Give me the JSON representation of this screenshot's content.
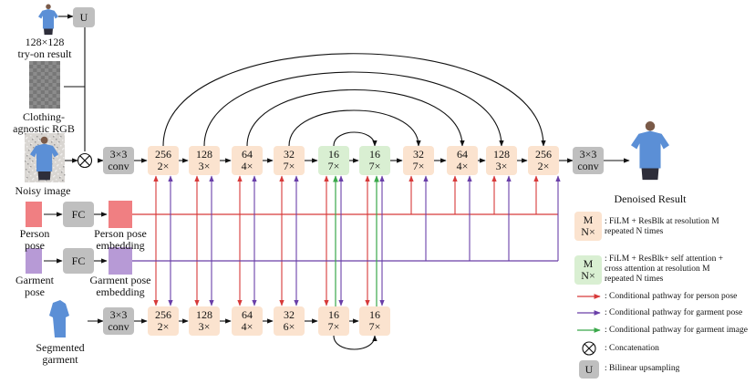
{
  "labels": {
    "tryon_result": "128×128\ntry-on result",
    "clothing_agnostic": "Clothing-\nagnostic RGB",
    "noisy_image": "Noisy image",
    "person_pose": "Person\npose",
    "garment_pose": "Garment\npose",
    "person_pose_embedding": "Person pose\nembedding",
    "garment_pose_embedding": "Garment pose\nembedding",
    "segmented_garment": "Segmented\ngarment",
    "denoised_result": "Denoised Result",
    "upsample_u": "U",
    "fc1": "FC",
    "fc2": "FC"
  },
  "main_unet": {
    "conv_in": "3×3\nconv",
    "conv_out": "3×3\nconv",
    "blocks": [
      {
        "res": "256",
        "rep": "2×",
        "kind": "peach"
      },
      {
        "res": "128",
        "rep": "3×",
        "kind": "peach"
      },
      {
        "res": "64",
        "rep": "4×",
        "kind": "peach"
      },
      {
        "res": "32",
        "rep": "7×",
        "kind": "peach"
      },
      {
        "res": "16",
        "rep": "7×",
        "kind": "green"
      },
      {
        "res": "16",
        "rep": "7×",
        "kind": "green"
      },
      {
        "res": "32",
        "rep": "7×",
        "kind": "peach"
      },
      {
        "res": "64",
        "rep": "4×",
        "kind": "peach"
      },
      {
        "res": "128",
        "rep": "3×",
        "kind": "peach"
      },
      {
        "res": "256",
        "rep": "2×",
        "kind": "peach"
      }
    ]
  },
  "garment_unet": {
    "conv_in": "3×3\nconv",
    "blocks": [
      {
        "res": "256",
        "rep": "2×"
      },
      {
        "res": "128",
        "rep": "3×"
      },
      {
        "res": "64",
        "rep": "4×"
      },
      {
        "res": "32",
        "rep": "6×"
      },
      {
        "res": "16",
        "rep": "7×"
      },
      {
        "res": "16",
        "rep": "7×"
      }
    ]
  },
  "legend": {
    "peach_symbol": {
      "m": "M",
      "n": "N×"
    },
    "green_symbol": {
      "m": "M",
      "n": "N×"
    },
    "peach_text": ": FiLM + ResBlk at resolution M\n repeated N times",
    "green_text": ": FiLM + ResBlk+ self attention +\n cross attention at resolution M\n repeated N times",
    "red_text": ": Conditional pathway for person pose",
    "purple_text": ": Conditional pathway for garment pose",
    "green_path_text": ": Conditional pathway for garment image",
    "concat_text": ": Concatenation",
    "upsample_symbol": "U",
    "upsample_text": ": Bilinear upsampling"
  },
  "colors": {
    "peach": "#fbe3cf",
    "green": "#d9efd2",
    "gray": "#bfbfbf",
    "person_pose": "#f07f82",
    "garment_pose": "#b79ad6",
    "red_path": "#d73a3a",
    "purple_path": "#6a3fa8",
    "green_path": "#3aa84a",
    "shirt": "#5b8fd6"
  },
  "icons": [
    "concat-icon",
    "shirt-icon",
    "garment-icon",
    "agnostic-icon"
  ]
}
